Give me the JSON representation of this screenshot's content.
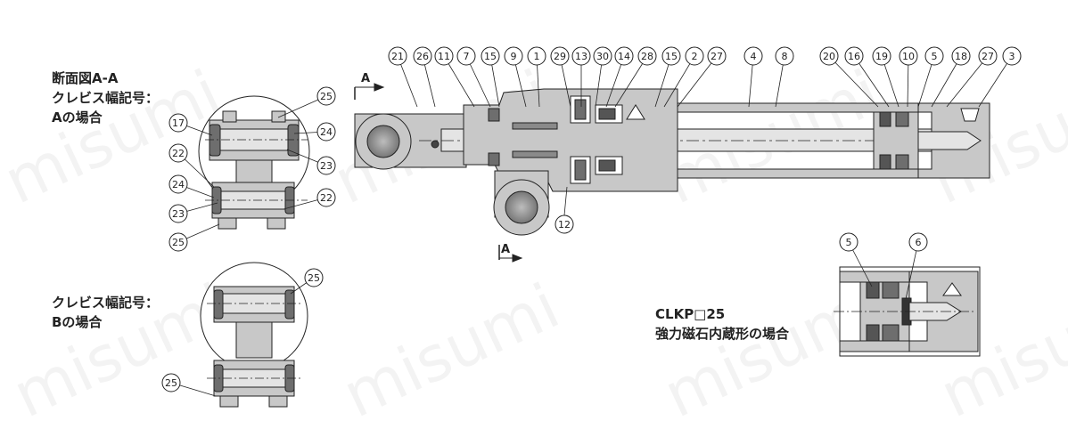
{
  "texts": {
    "section_a_line1": "断面図A-A",
    "section_a_line2": "クレビス幅記号：",
    "section_a_line3": "Aの場合",
    "section_b_line1": "クレビス幅記号：",
    "section_b_line2": "Bの場合",
    "detail_model": "CLKP□25",
    "detail_desc": "強力磁石内蔵形の場合",
    "section_mark": "A",
    "watermark": "misumi"
  },
  "main_callouts": [
    "21",
    "26",
    "11",
    "7",
    "15",
    "9",
    "1",
    "29",
    "13",
    "30",
    "14",
    "28",
    "15",
    "2",
    "27",
    "4",
    "8",
    "20",
    "16",
    "19",
    "10",
    "5",
    "18",
    "27",
    "3"
  ],
  "bottom_callout": "12",
  "section_a_callouts": {
    "left": [
      "17",
      "22",
      "24",
      "23",
      "25"
    ],
    "right": [
      "25",
      "24",
      "23",
      "22"
    ]
  },
  "section_b_callouts": [
    "25",
    "25"
  ],
  "detail_callouts": [
    "5",
    "6"
  ],
  "colors": {
    "part_fill": "#c8c8c8",
    "dark_fill": "#6e6e6e",
    "bore_fill": "#ffffff",
    "line": "#222222"
  }
}
